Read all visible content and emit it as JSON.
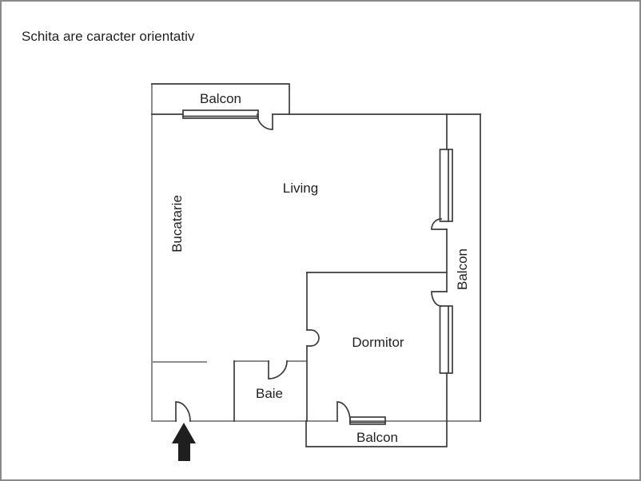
{
  "title": "Schita are caracter orientativ",
  "floorplan": {
    "type": "apartment-floor-plan",
    "rooms": [
      {
        "label": "Balcon",
        "position": "top",
        "orientation": "horizontal"
      },
      {
        "label": "Bucatarie",
        "position": "left",
        "orientation": "vertical"
      },
      {
        "label": "Living",
        "position": "center",
        "orientation": "horizontal"
      },
      {
        "label": "Balcon",
        "position": "right",
        "orientation": "vertical"
      },
      {
        "label": "Dormitor",
        "position": "bottom-right",
        "orientation": "horizontal"
      },
      {
        "label": "Baie",
        "position": "bottom-center",
        "orientation": "horizontal"
      },
      {
        "label": "Balcon",
        "position": "bottom",
        "orientation": "horizontal"
      }
    ],
    "entrance": {
      "symbol": "arrow-up",
      "location": "bottom-left"
    },
    "colors": {
      "background": "#ffffff",
      "border": "#8a8a8a",
      "wall_dark": "#3d3d3d",
      "wall_light": "#8d8d8d",
      "text": "#231f20",
      "arrow": "#1f1f1f"
    }
  }
}
